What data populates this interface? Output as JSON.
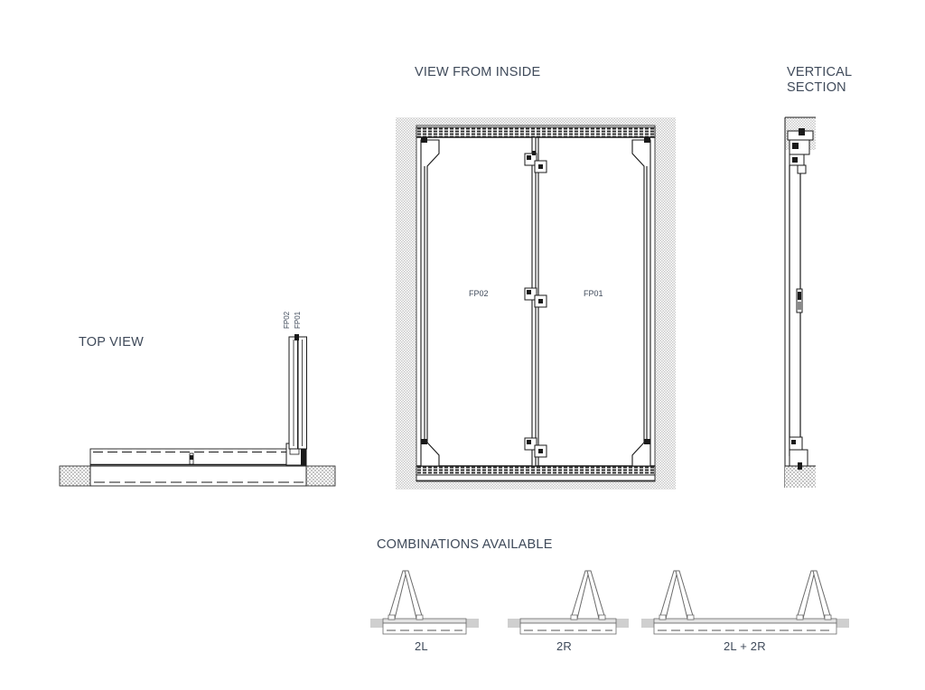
{
  "drawing": {
    "sheet_background": "#ffffff",
    "line_color": "#1a1a1a",
    "text_color": "#3f4a5a",
    "hatch_color": "#b8b8b8",
    "fill_gray": "#d8d8d8"
  },
  "views": {
    "top_view": {
      "title": "TOP VIEW",
      "panel_labels": [
        "FP02",
        "FP01"
      ]
    },
    "inside_view": {
      "title": "VIEW FROM INSIDE",
      "panel_labels": [
        "FP02",
        "FP01"
      ]
    },
    "vertical_section": {
      "title_line1": "VERTICAL",
      "title_line2": "SECTION"
    },
    "combinations": {
      "title": "COMBINATIONS AVAILABLE",
      "options": [
        {
          "label": "2L"
        },
        {
          "label": "2R"
        },
        {
          "label": "2L + 2R"
        }
      ]
    }
  }
}
